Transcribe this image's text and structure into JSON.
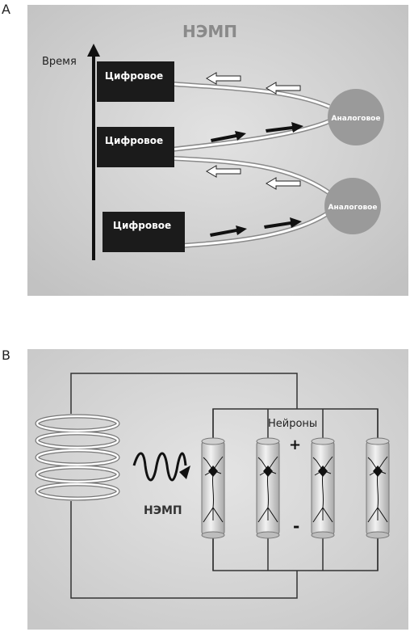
{
  "panel_a": {
    "letter": "A",
    "title": "НЭМП",
    "time_label": "Время",
    "digital_label": "Цифровое",
    "analog_label": "Аналоговое"
  },
  "panel_b": {
    "letter": "B",
    "nemp_label": "НЭМП",
    "neurons_label": "Нейроны",
    "plus": "+",
    "minus": "-"
  }
}
